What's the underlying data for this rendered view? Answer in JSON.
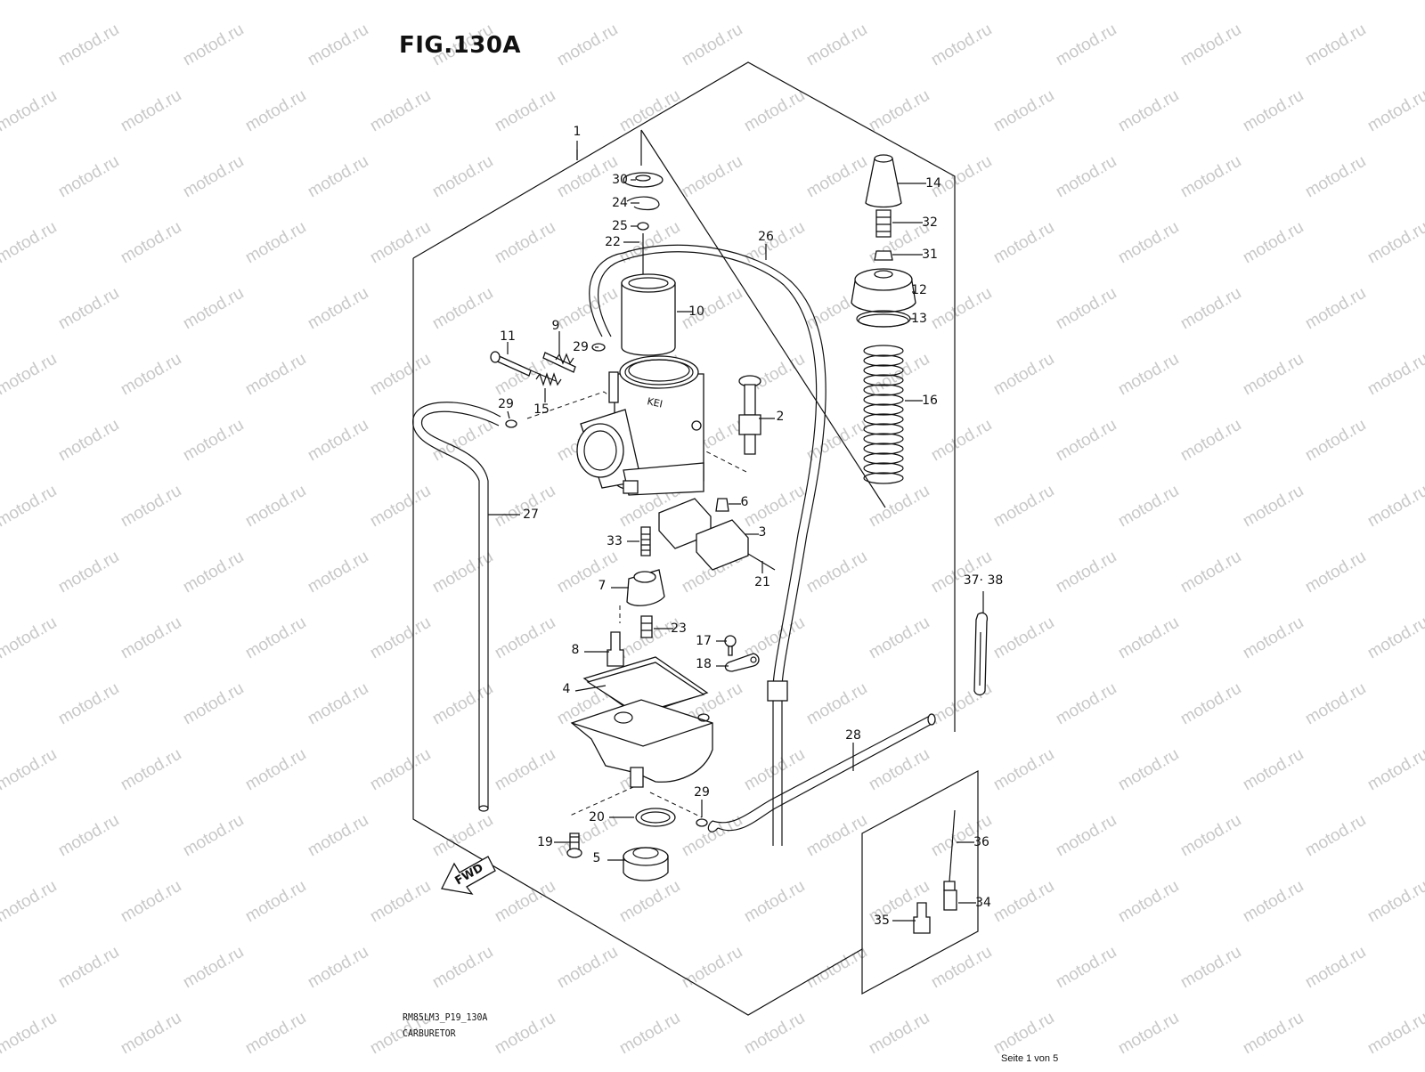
{
  "figure": {
    "title": "FIG.130A",
    "code": "RM85LM3_P19_130A",
    "name": "CARBURETOR",
    "page_indicator": "Seite 1 von 5",
    "watermark": "motod.ru",
    "fwd_label": "FWD"
  },
  "callouts": [
    {
      "id": "1",
      "label": "1"
    },
    {
      "id": "2",
      "label": "2"
    },
    {
      "id": "3",
      "label": "3"
    },
    {
      "id": "4",
      "label": "4"
    },
    {
      "id": "5",
      "label": "5"
    },
    {
      "id": "6",
      "label": "6"
    },
    {
      "id": "7",
      "label": "7"
    },
    {
      "id": "8",
      "label": "8"
    },
    {
      "id": "9",
      "label": "9"
    },
    {
      "id": "10",
      "label": "10"
    },
    {
      "id": "11",
      "label": "11"
    },
    {
      "id": "12",
      "label": "12"
    },
    {
      "id": "13",
      "label": "13"
    },
    {
      "id": "14",
      "label": "14"
    },
    {
      "id": "15",
      "label": "15"
    },
    {
      "id": "16",
      "label": "16"
    },
    {
      "id": "17",
      "label": "17"
    },
    {
      "id": "18",
      "label": "18"
    },
    {
      "id": "19",
      "label": "19"
    },
    {
      "id": "20",
      "label": "20"
    },
    {
      "id": "21",
      "label": "21"
    },
    {
      "id": "22",
      "label": "22"
    },
    {
      "id": "23",
      "label": "23"
    },
    {
      "id": "24",
      "label": "24"
    },
    {
      "id": "25",
      "label": "25"
    },
    {
      "id": "26",
      "label": "26"
    },
    {
      "id": "27",
      "label": "27"
    },
    {
      "id": "28",
      "label": "28"
    },
    {
      "id": "29a",
      "label": "29"
    },
    {
      "id": "29b",
      "label": "29"
    },
    {
      "id": "29c",
      "label": "29"
    },
    {
      "id": "30",
      "label": "30"
    },
    {
      "id": "31",
      "label": "31"
    },
    {
      "id": "32",
      "label": "32"
    },
    {
      "id": "33",
      "label": "33"
    },
    {
      "id": "34",
      "label": "34"
    },
    {
      "id": "35",
      "label": "35"
    },
    {
      "id": "36",
      "label": "36"
    },
    {
      "id": "37-38",
      "label": "37· 38"
    }
  ]
}
